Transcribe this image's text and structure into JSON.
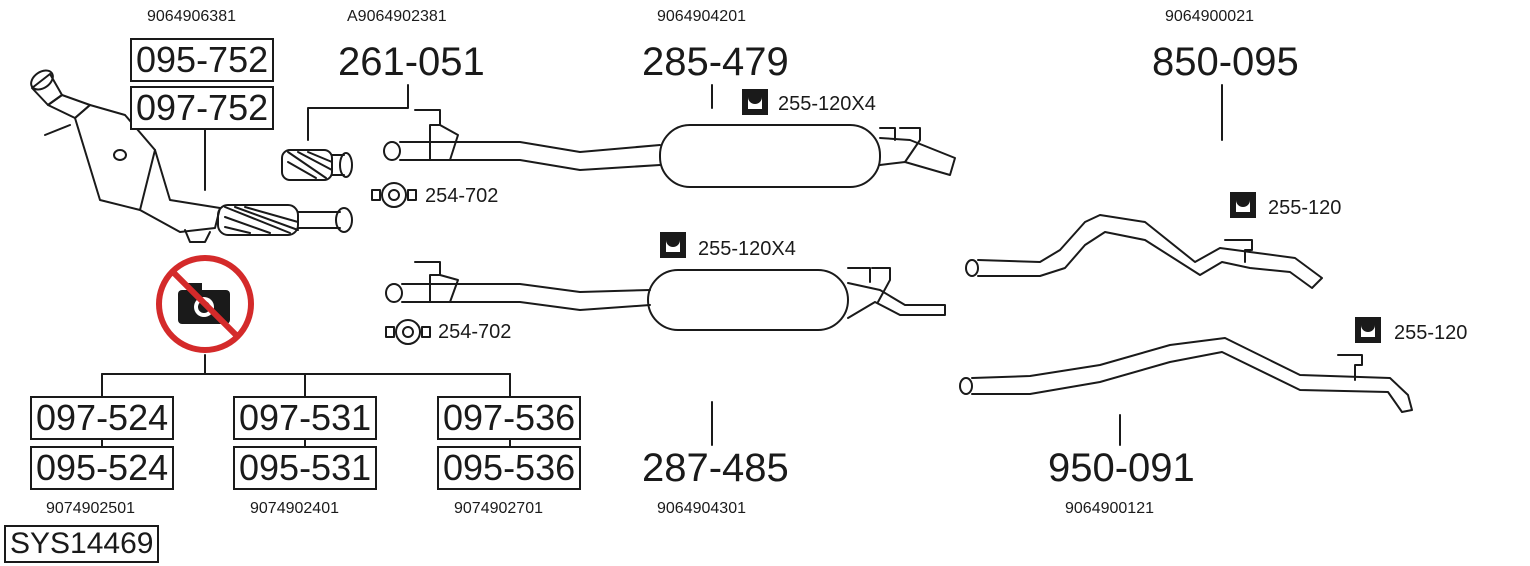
{
  "oem_numbers": {
    "cat": "9064906381",
    "flex": "A9064902381",
    "mid_upper": "9064904201",
    "rear": "9064900021",
    "dpf_a": "9074902501",
    "dpf_b": "9074902401",
    "dpf_c": "9074902701",
    "mid_lower": "9064904301",
    "rear_lower": "9064900121"
  },
  "parts": {
    "cat_a": "095-752",
    "cat_b": "097-752",
    "flex": "261-051",
    "mid_upper": "285-479",
    "rear_upper": "850-095",
    "dpf_a1": "097-524",
    "dpf_a2": "095-524",
    "dpf_b1": "097-531",
    "dpf_b2": "095-531",
    "dpf_c1": "097-536",
    "dpf_c2": "095-536",
    "mid_lower": "287-485",
    "rear_lower": "950-091"
  },
  "mounts": {
    "upper_mid": "255-120X4",
    "lower_mid": "255-120X4",
    "upper_rear": "255-120",
    "lower_rear": "255-120"
  },
  "clamps": {
    "upper": "254-702",
    "lower": "254-702"
  },
  "system_id": "SYS14469",
  "colors": {
    "line": "#1a1a1a",
    "forbidden": "#d42a2a"
  },
  "icons": [
    "rubber-mount-icon",
    "clamp-icon",
    "no-photo-icon"
  ]
}
